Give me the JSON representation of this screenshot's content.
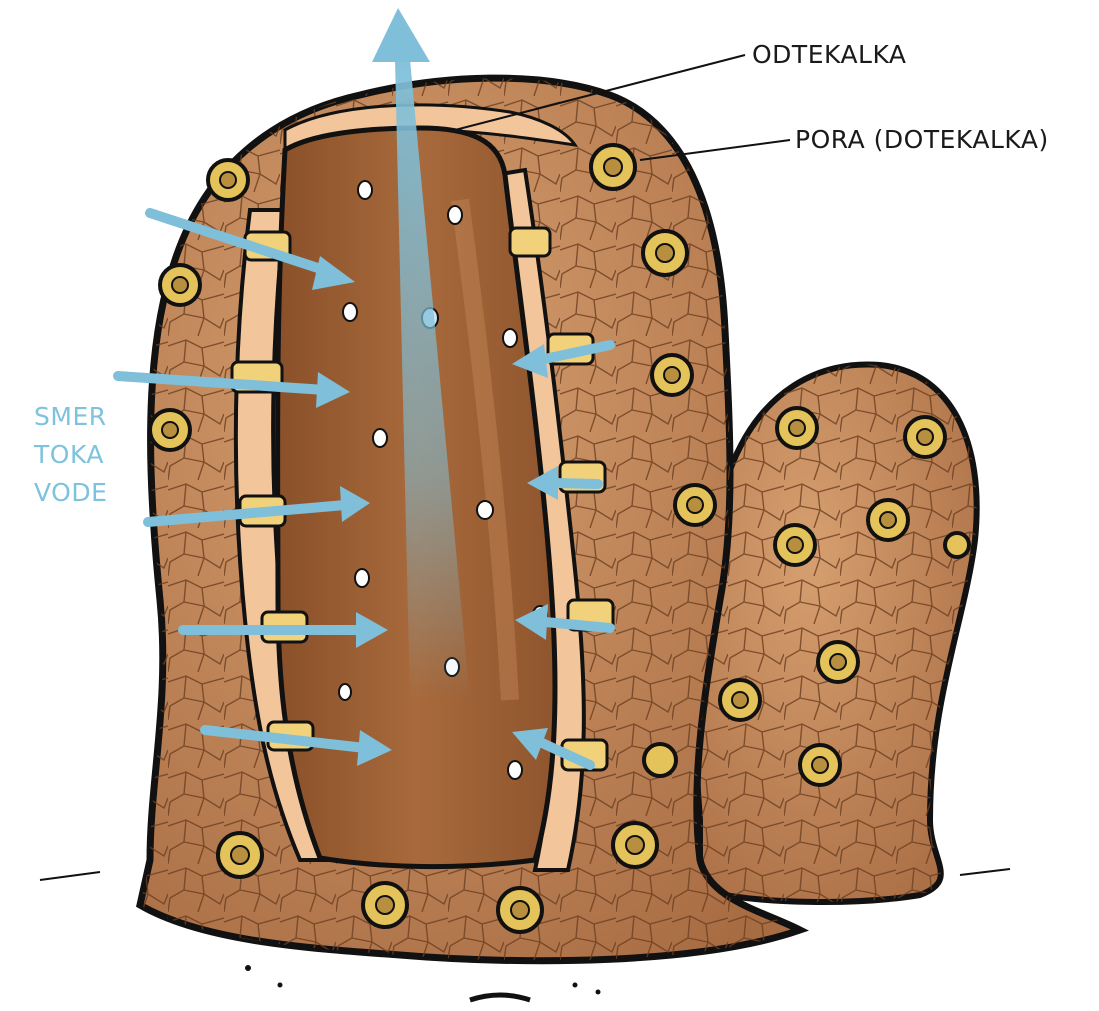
{
  "labels": {
    "osculum": "ODTEKALKA",
    "pore": "PORA (DOTEKALKA)",
    "flow_line1": "SMER",
    "flow_line2": "TOKA",
    "flow_line3": "VODE"
  },
  "colors": {
    "body": "#c48a60",
    "body_dark": "#9a6540",
    "cavity": "#9b5e33",
    "cut_wall": "#f2c59a",
    "pore_ring": "#e3c35a",
    "arrow": "#7fbfd9",
    "outline": "#111111"
  }
}
